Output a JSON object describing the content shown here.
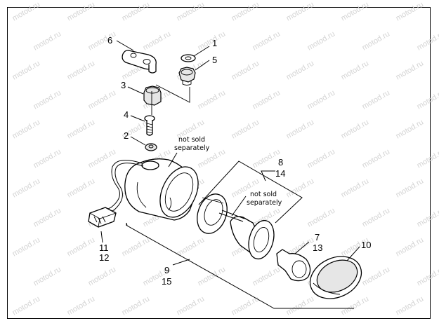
{
  "watermark": "motod.ru",
  "callouts": {
    "c1": "1",
    "c2": "2",
    "c3": "3",
    "c4": "4",
    "c5": "5",
    "c6": "6",
    "c7": "7",
    "c13": "13",
    "c8": "8",
    "c14": "14",
    "c9": "9",
    "c15": "15",
    "c10": "10",
    "c11": "11",
    "c12": "12"
  },
  "notes": {
    "housing_line1": "not sold",
    "housing_line2": "separately",
    "socket_line1": "not sold",
    "socket_line2": "separately"
  }
}
